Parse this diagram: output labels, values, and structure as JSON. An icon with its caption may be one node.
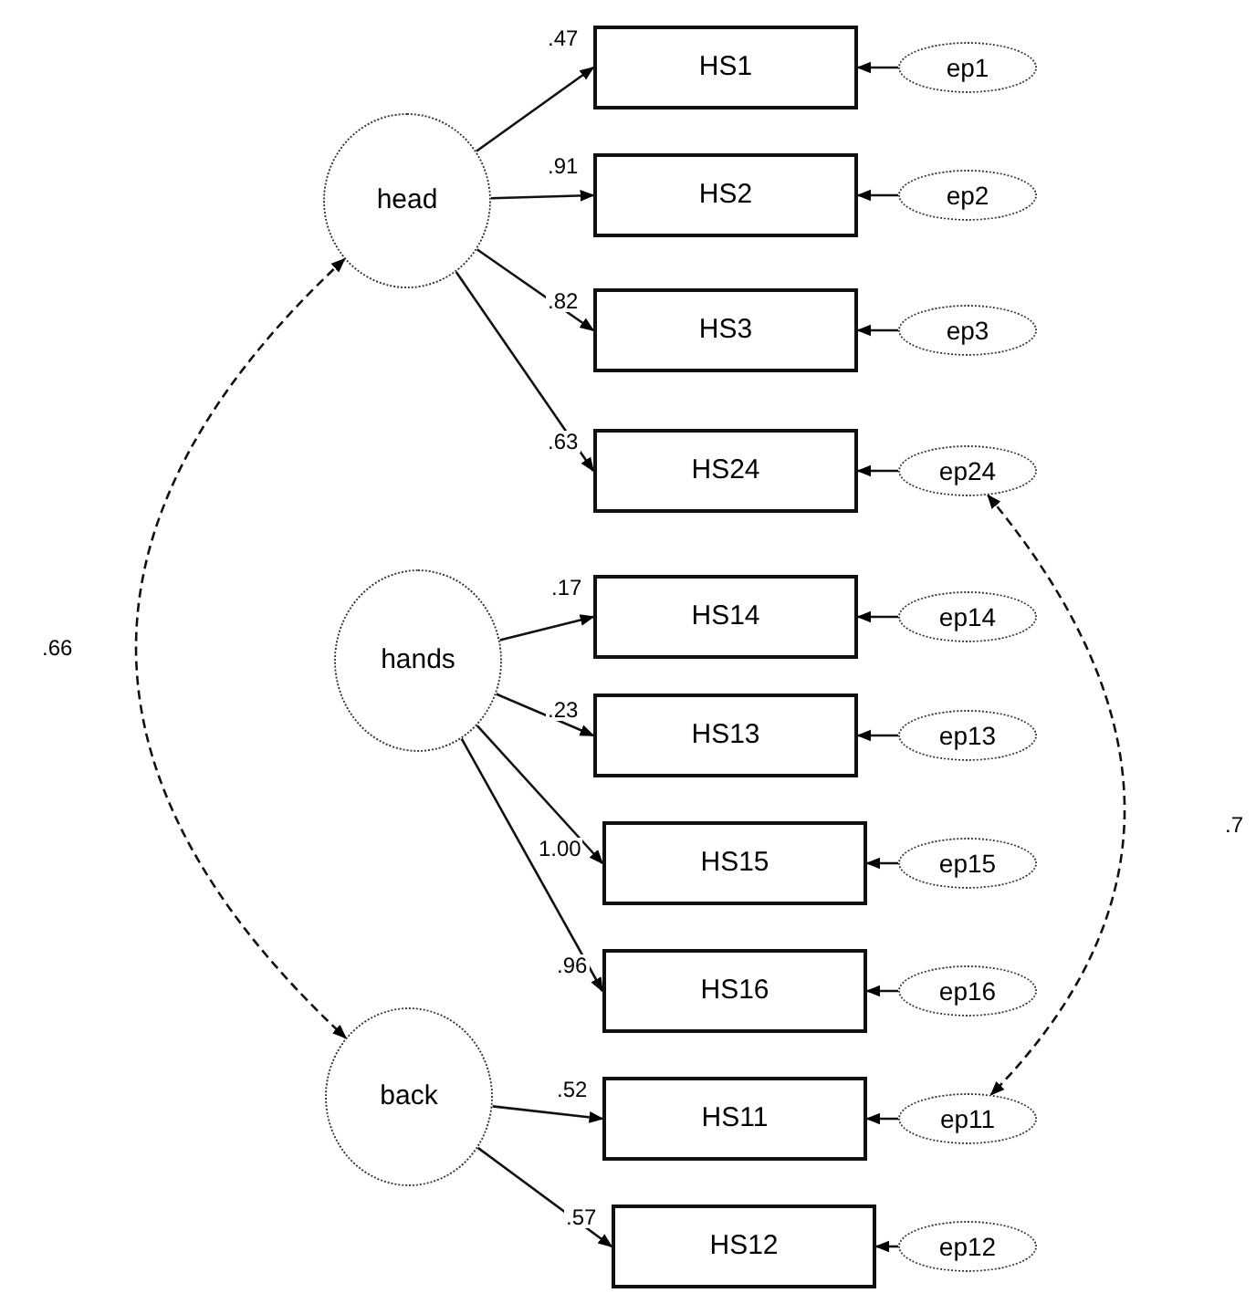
{
  "diagram": {
    "nodes": [
      {
        "text": [
          "head"
        ]
      },
      {
        "text": [
          "hands"
        ]
      },
      {
        "text": [
          "back"
        ]
      },
      {
        "text": [
          "HS1"
        ]
      },
      {
        "text": [
          "HS2"
        ]
      },
      {
        "text": [
          "HS3"
        ]
      },
      {
        "text": [
          "HS24"
        ]
      },
      {
        "text": [
          "HS14"
        ]
      },
      {
        "text": [
          "HS13"
        ]
      },
      {
        "text": [
          "HS15"
        ]
      },
      {
        "text": [
          "HS16"
        ]
      },
      {
        "text": [
          "HS11"
        ]
      },
      {
        "text": [
          "HS12"
        ]
      },
      {
        "text": [
          "ep1"
        ]
      },
      {
        "text": [
          "ep2"
        ]
      },
      {
        "text": [
          "ep3"
        ]
      },
      {
        "text": [
          "ep24"
        ]
      },
      {
        "text": [
          "ep14"
        ]
      },
      {
        "text": [
          "ep13"
        ]
      },
      {
        "text": [
          "ep15"
        ]
      },
      {
        "text": [
          "ep16"
        ]
      },
      {
        "text": [
          "ep11"
        ]
      },
      {
        "text": [
          "ep12"
        ]
      }
    ],
    "edges": [
      {
        "from": 0,
        "to": 3,
        "arrow": "to",
        "label": ".47"
      },
      {
        "from": 0,
        "to": 4,
        "arrow": "to",
        "label": ".91"
      },
      {
        "from": 0,
        "to": 5,
        "arrow": "to",
        "label": ".82"
      },
      {
        "from": 0,
        "to": 6,
        "arrow": "to",
        "label": ".63"
      },
      {
        "from": 1,
        "to": 7,
        "arrow": "to",
        "label": ".17"
      },
      {
        "from": 1,
        "to": 8,
        "arrow": "to",
        "label": ".23"
      },
      {
        "from": 1,
        "to": 9,
        "arrow": "to",
        "label": "1.00"
      },
      {
        "from": 1,
        "to": 10,
        "arrow": "to",
        "label": ".96"
      },
      {
        "from": 2,
        "to": 11,
        "arrow": "to",
        "label": ".52"
      },
      {
        "from": 2,
        "to": 12,
        "arrow": "to",
        "label": ".57"
      },
      {
        "from": 13,
        "to": 3,
        "arrow": "to"
      },
      {
        "from": 14,
        "to": 4,
        "arrow": "to"
      },
      {
        "from": 15,
        "to": 5,
        "arrow": "to"
      },
      {
        "from": 16,
        "to": 6,
        "arrow": "to"
      },
      {
        "from": 17,
        "to": 7,
        "arrow": "to"
      },
      {
        "from": 18,
        "to": 8,
        "arrow": "to"
      },
      {
        "from": 19,
        "to": 9,
        "arrow": "to"
      },
      {
        "from": 20,
        "to": 10,
        "arrow": "to"
      },
      {
        "from": 21,
        "to": 11,
        "arrow": "to"
      },
      {
        "from": 22,
        "to": 12,
        "arrow": "to"
      },
      {
        "from": 0,
        "to": 2,
        "arrow": "both",
        "label": ".66",
        "style": "dashed"
      },
      {
        "from": 16,
        "to": 21,
        "arrow": "both",
        "label": ".7",
        "style": "dashed"
      }
    ]
  }
}
